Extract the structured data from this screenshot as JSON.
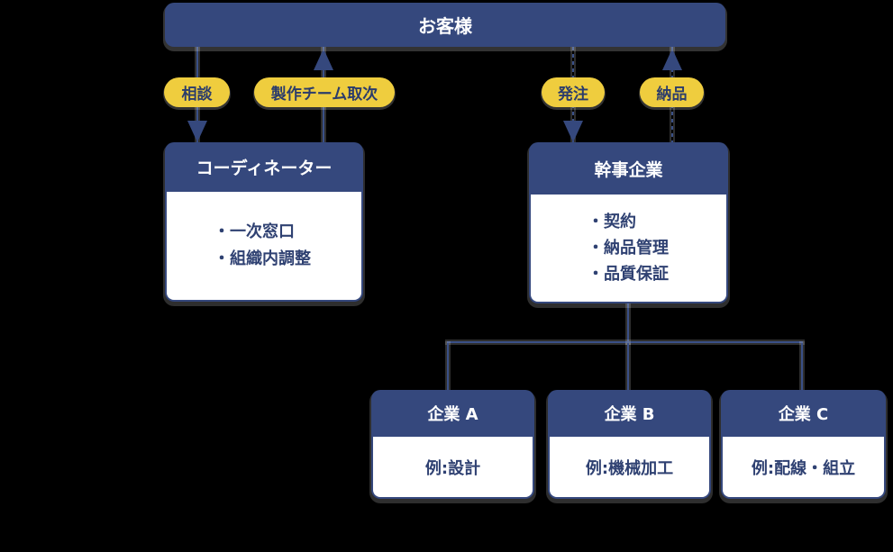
{
  "colors": {
    "background": "#000000",
    "navy": "#35487D",
    "yellow": "#EFCD3E",
    "line_blue": "#3A5087",
    "text_navy": "#2F4172",
    "white": "#FFFFFF"
  },
  "top_bar": {
    "label": "お客様"
  },
  "flow_labels": {
    "consult": "相談",
    "team_referral": "製作チーム取次",
    "order": "発注",
    "delivery": "納品"
  },
  "coordinator": {
    "title": "コーディネーター",
    "items": [
      "・一次窓口",
      "・組織内調整"
    ]
  },
  "lead_company": {
    "title": "幹事企業",
    "items": [
      "・契約",
      "・納品管理",
      "・品質保証"
    ]
  },
  "companies": [
    {
      "title": "企業 A",
      "example": "例:設計"
    },
    {
      "title": "企業 B",
      "example": "例:機械加工"
    },
    {
      "title": "企業 C",
      "example": "例:配線・組立"
    }
  ]
}
